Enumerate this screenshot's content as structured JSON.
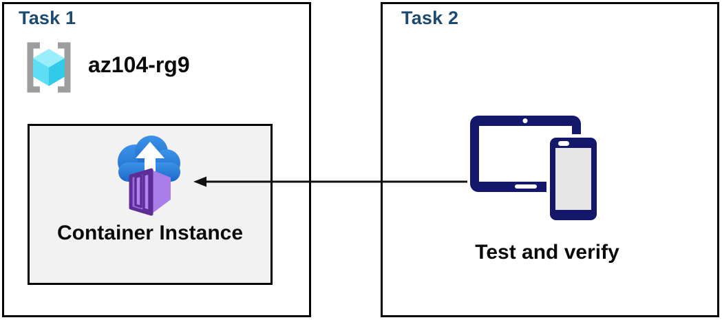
{
  "task1": {
    "title": "Task 1",
    "resource_group": {
      "name": "az104-rg9",
      "icon": "resource-group-icon"
    },
    "container_panel": {
      "label": "Container Instance",
      "icon": "container-instance-icon"
    }
  },
  "task2": {
    "title": "Task 2",
    "caption": "Test and verify",
    "icon": "devices-tablet-phone-icon"
  },
  "connector": {
    "type": "arrow",
    "points_from": "task2-devices",
    "points_to": "container-instance-panel"
  },
  "colors": {
    "task_title": "#1C4B72",
    "text": "#0A0A0A",
    "border": "#000000",
    "panel_bg": "#F2F2F2",
    "device_navy": "#14186B",
    "device_screen": "#E6E6E6",
    "cloud_blue_top": "#3C93EA",
    "cloud_blue_bottom": "#1D68C8",
    "container_purple": "#A06AD9",
    "container_purple_light": "#C9A2F2",
    "container_purple_side": "#AB7DE9",
    "container_purple_dark": "#5C2E96",
    "cube_top": "#9AEDFB",
    "cube_left": "#5FDDF4",
    "cube_right": "#30CBE9",
    "bracket_gray": "#9D9D9D",
    "arrow_black": "#111111"
  }
}
